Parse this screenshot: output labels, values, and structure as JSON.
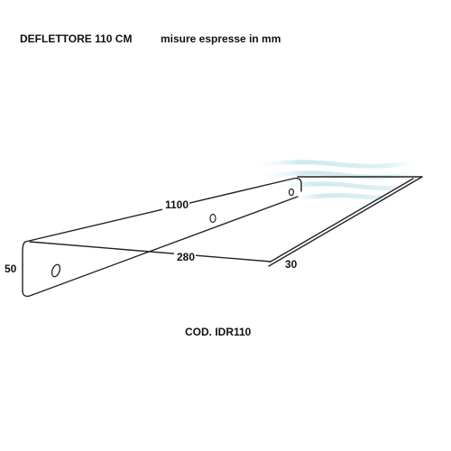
{
  "header": {
    "title": "DEFLETTORE  110 CM",
    "units_note": "misure espresse in mm"
  },
  "dimensions": {
    "length": "1100",
    "height": "50",
    "depth": "280",
    "lip": "30"
  },
  "product": {
    "code": "COD. IDR110"
  },
  "colors": {
    "line": "#222222",
    "air_flow": "#bfe3ea"
  }
}
